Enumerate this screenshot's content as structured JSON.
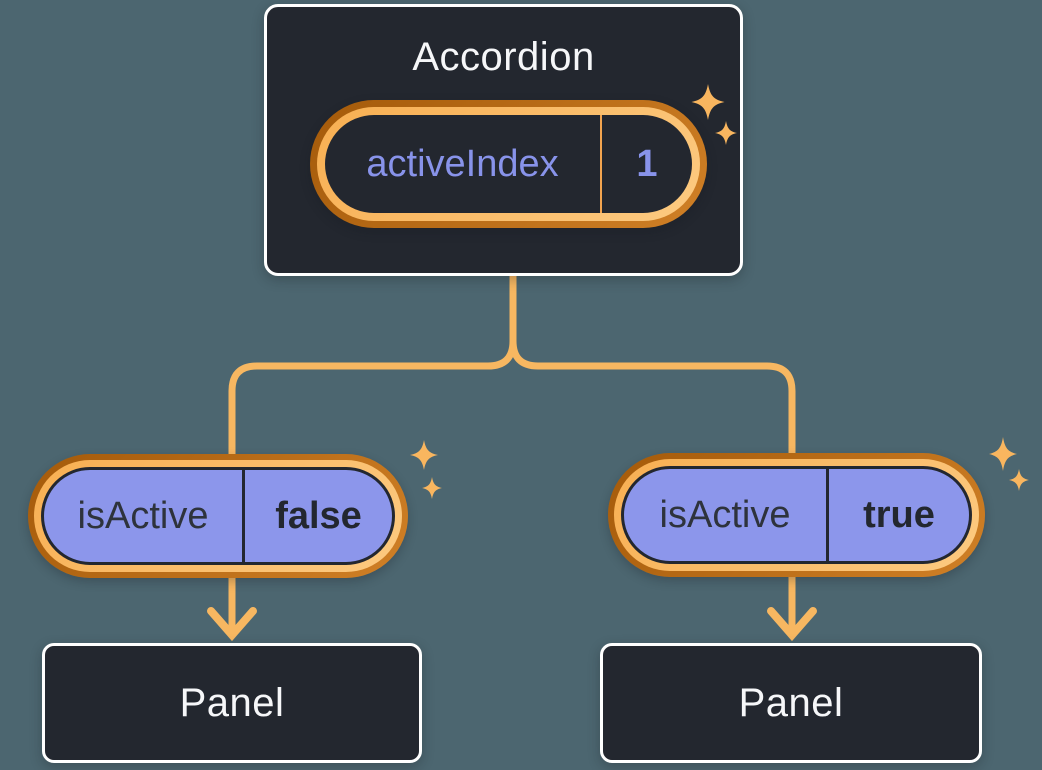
{
  "diagram": {
    "description": "React state diagram: Accordion component holding activeIndex state passing isActive props to two Panel children",
    "accordion": {
      "title": "Accordion",
      "state": {
        "name": "activeIndex",
        "value": "1"
      }
    },
    "props": [
      {
        "name": "isActive",
        "value": "false"
      },
      {
        "name": "isActive",
        "value": "true"
      }
    ],
    "panels": [
      {
        "title": "Panel"
      },
      {
        "title": "Panel"
      }
    ],
    "icons": {
      "sparkle": "sparkle-icon",
      "arrow": "arrow-down-icon"
    },
    "colors": {
      "background": "#4C6670",
      "node_fill": "#23272F",
      "node_border": "#FFFFFF",
      "title_text": "#F6F7F9",
      "line": "#F7B761",
      "sparkle": "#F9B65F",
      "ring_dark_from": "#A45A0A",
      "ring_dark_to": "#D08026",
      "ring_light_from": "#F8AF52",
      "ring_light_to": "#FCCA81",
      "prop_fill": "#8C96EB",
      "state_text": "#8893EA",
      "ink": "#23272F",
      "pill_divider_orange": "#F2A44F"
    }
  }
}
